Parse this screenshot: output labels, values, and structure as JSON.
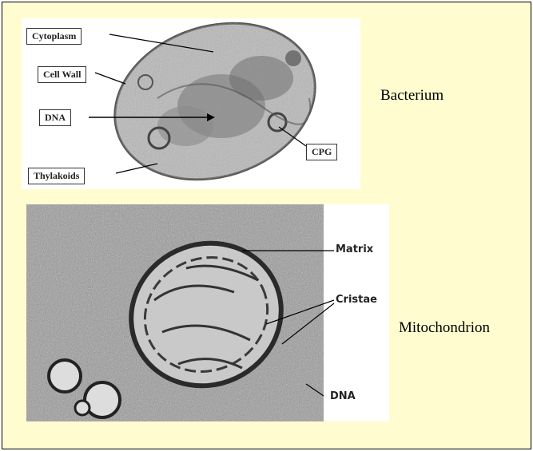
{
  "bacterium": {
    "labels": {
      "cytoplasm": "Cytoplasm",
      "cell_wall": "Cell Wall",
      "dna": "DNA",
      "thylakoids": "Thylakoids",
      "cpg": "CPG"
    },
    "caption": "Bacterium"
  },
  "mitochondrion": {
    "labels": {
      "matrix": "Matrix",
      "cristae": "Cristae",
      "dna": "DNA"
    },
    "caption": "Mitochondrion"
  },
  "colors": {
    "panel_background": "#fffdd0",
    "border": "#000000"
  }
}
